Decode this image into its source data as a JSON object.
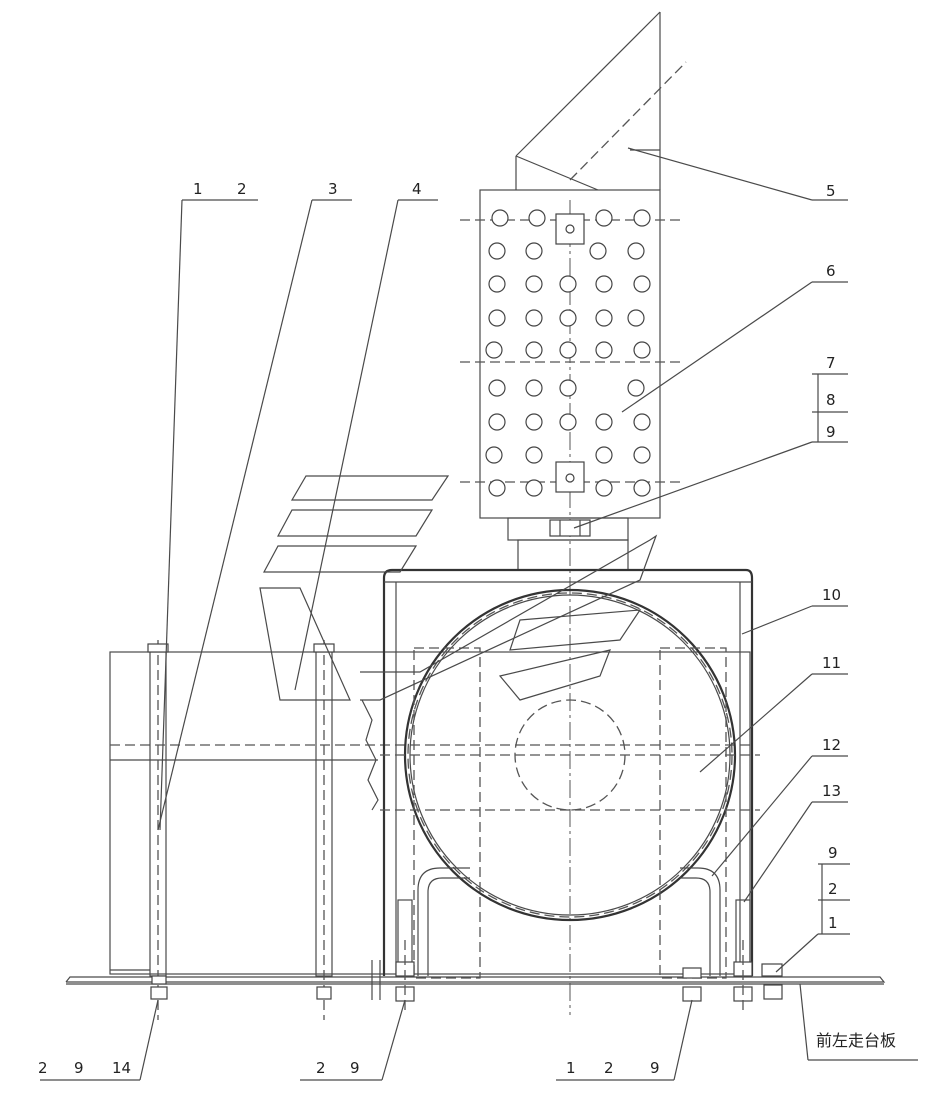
{
  "callouts": {
    "top_left": [
      "1",
      "2",
      "3",
      "4"
    ],
    "right_upper": [
      "5",
      "6",
      "7",
      "8",
      "9",
      "10",
      "11",
      "12",
      "13"
    ],
    "right_lower": [
      "9",
      "2",
      "1"
    ],
    "plate_label": "前左走台板",
    "bottom_groups": [
      [
        "2",
        "9",
        "14"
      ],
      [
        "2",
        "9"
      ],
      [
        "1",
        "2",
        "9"
      ]
    ]
  }
}
